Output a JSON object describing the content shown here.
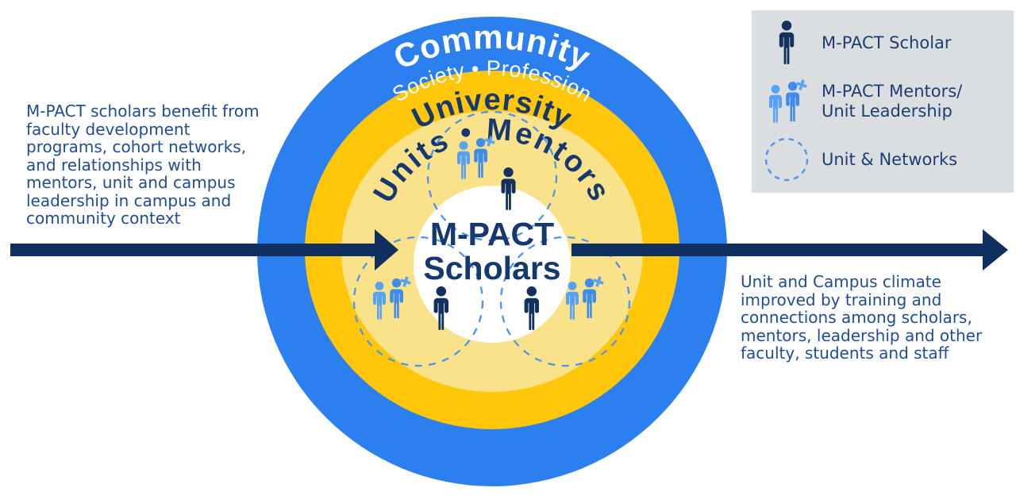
{
  "rings": {
    "community": {
      "label": "Community",
      "sublabel": "Society • Profession"
    },
    "university": {
      "label": "University"
    },
    "units_mentors": {
      "label": "Units • Mentors"
    },
    "center": {
      "line1": "M-PACT",
      "line2": "Scholars"
    }
  },
  "left_note": "M-PACT scholars benefit from\nfaculty development\nprograms, cohort networks,\nand relationships with\nmentors, unit and campus\nleadership in campus and\ncommunity context",
  "right_note": "Unit and Campus climate\nimproved by training and\nconnections among scholars,\nmentors, leadership and other\nfaculty, students and staff",
  "legend": {
    "items": [
      {
        "icon": "scholar-icon",
        "label": "M-PACT Scholar"
      },
      {
        "icon": "mentors-icon",
        "label": "M-PACT Mentors/\nUnit Leadership"
      },
      {
        "icon": "unit-networks-icon",
        "label": "Unit & Networks"
      }
    ]
  },
  "colors": {
    "ring_blue": "#2B7FEF",
    "ring_gold": "#FFC60A",
    "ring_light_yellow": "#FAE28A",
    "center_white": "#FFFFFF",
    "arrow_navy": "#0E2F5F",
    "scholar_navy": "#12315F",
    "heading_navy": "#15396F",
    "mentor_blue_light": "#57A2F6",
    "mentor_blue_dark": "#3F8CEC",
    "network_dash_blue": "#4D94EE",
    "note_text_blue": "#1F4C96",
    "legend_bg_gray": "#DBDEE0",
    "legend_text_navy": "#1B3F73"
  }
}
